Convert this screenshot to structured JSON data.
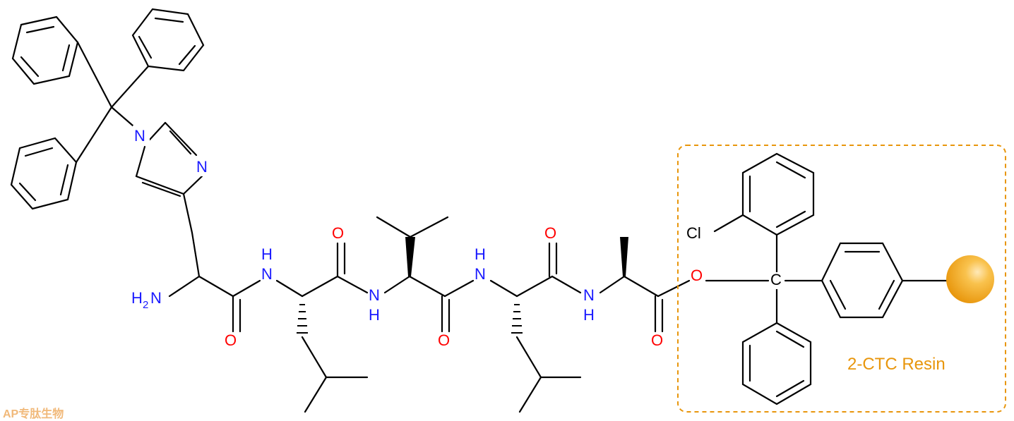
{
  "molecule": {
    "atoms": {
      "n_trityl": "N",
      "n_ring": "N",
      "h2n_h": "H",
      "h2n_sub": "2",
      "h2n_n": "N",
      "nh1_n": "N",
      "nh1_h": "H",
      "nh2_n": "N",
      "nh2_h": "H",
      "nh3_n": "N",
      "nh3_h": "H",
      "nh4_n": "N",
      "nh4_h": "H",
      "o1": "O",
      "o2": "O",
      "o3": "O",
      "o4": "O",
      "o5": "O",
      "o_ester": "O",
      "cl": "Cl",
      "c_center": "C"
    },
    "colors": {
      "bond": "#000000",
      "nitrogen": "#1a1aff",
      "oxygen": "#ff0000",
      "resin": "#e8960c"
    }
  },
  "resin": {
    "label": "2-CTC Resin"
  },
  "watermark": {
    "text": "AP专肽生物"
  }
}
